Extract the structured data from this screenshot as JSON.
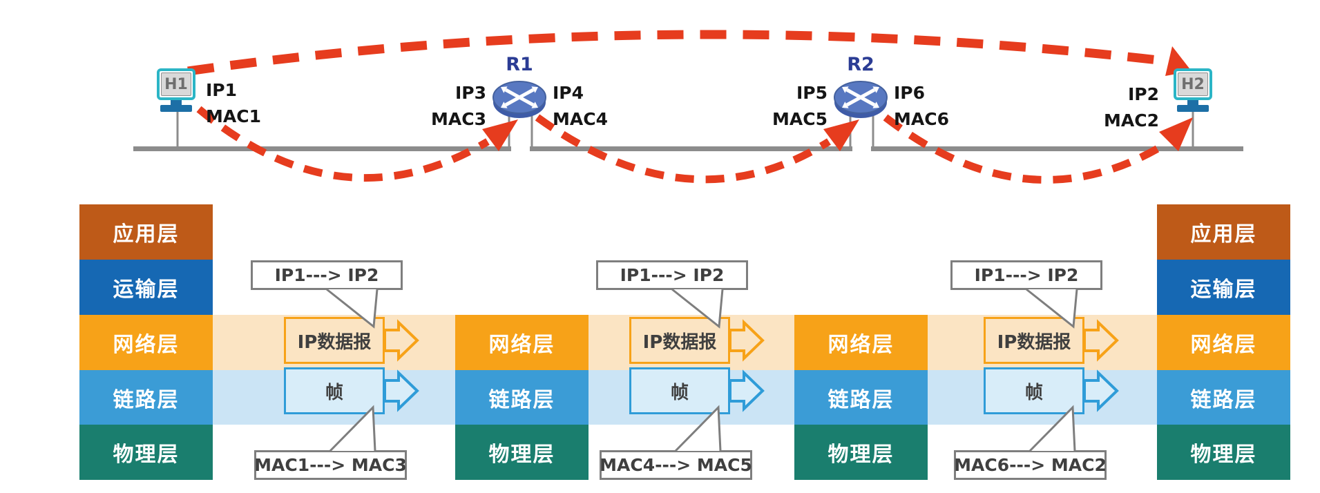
{
  "topology": {
    "hosts": [
      {
        "id": "H1",
        "ip": "IP1",
        "mac": "MAC1"
      },
      {
        "id": "H2",
        "ip": "IP2",
        "mac": "MAC2"
      }
    ],
    "routers": [
      {
        "id": "R1",
        "left": {
          "ip": "IP3",
          "mac": "MAC3"
        },
        "right": {
          "ip": "IP4",
          "mac": "MAC4"
        }
      },
      {
        "id": "R2",
        "left": {
          "ip": "IP5",
          "mac": "MAC5"
        },
        "right": {
          "ip": "IP6",
          "mac": "MAC6"
        }
      }
    ]
  },
  "stacks": {
    "full_layers": [
      "应用层",
      "运输层",
      "网络层",
      "链路层",
      "物理层"
    ],
    "router_layers": [
      "网络层",
      "链路层",
      "物理层"
    ]
  },
  "groups": [
    {
      "ip_route": "IP1---> IP2",
      "packet_label": "IP数据报",
      "frame_label": "帧",
      "mac_route": "MAC1---> MAC3"
    },
    {
      "ip_route": "IP1---> IP2",
      "packet_label": "IP数据报",
      "frame_label": "帧",
      "mac_route": "MAC4---> MAC5"
    },
    {
      "ip_route": "IP1---> IP2",
      "packet_label": "IP数据报",
      "frame_label": "帧",
      "mac_route": "MAC6---> MAC2"
    }
  ],
  "colors": {
    "application_layer": "#BE5A18",
    "transport_layer": "#1668B3",
    "network_layer": "#F7A218",
    "link_layer": "#3B9CD6",
    "physical_layer": "#1A7E6E",
    "network_band": "#FBE4C3",
    "link_band": "#CBE4F5",
    "packet_arrow": "#F7A218",
    "frame_arrow": "#2F9CD8",
    "route_dash_red": "#E63C1E",
    "bus_gray": "#8C8C8C",
    "router_blue": "#5878C1",
    "monitor_teal": "#2BB5C6"
  }
}
